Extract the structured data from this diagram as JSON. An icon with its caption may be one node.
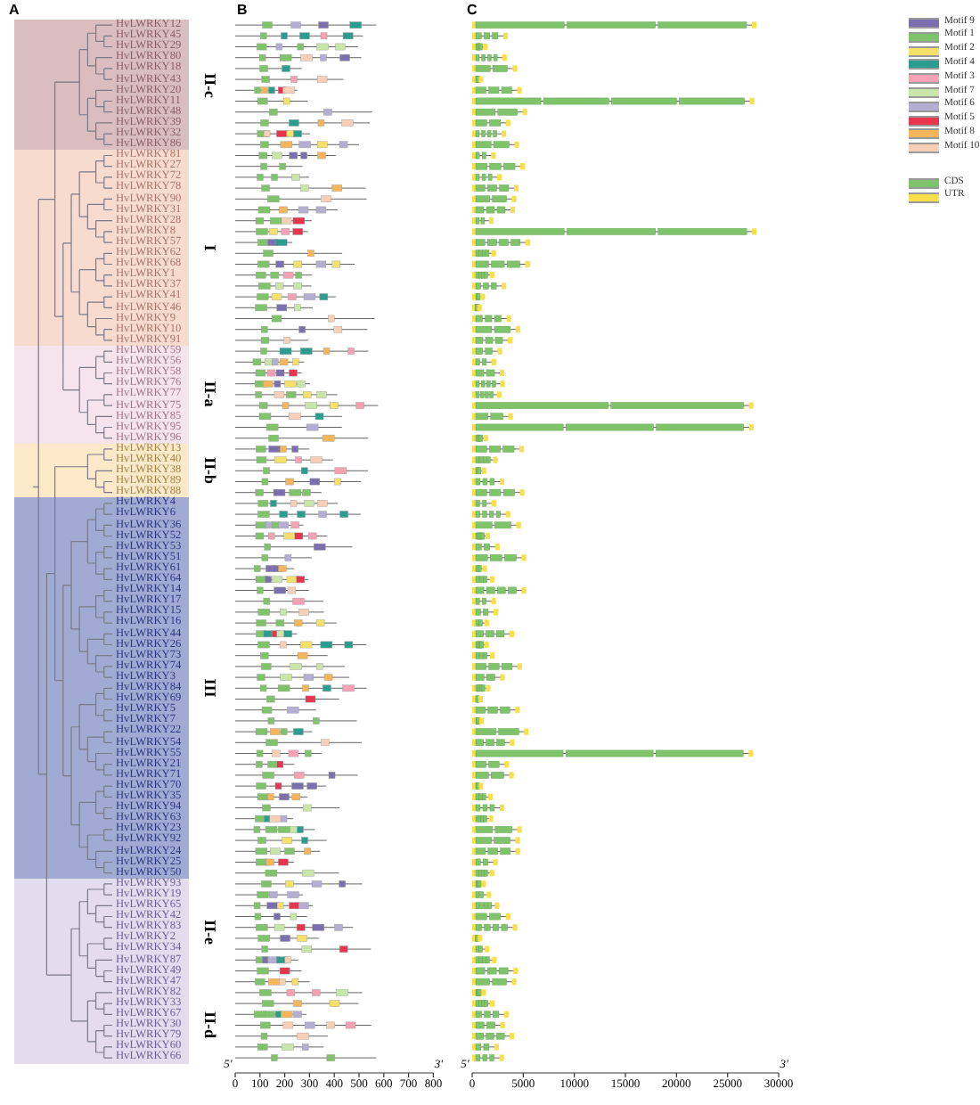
{
  "diagram": {
    "nodes": [
      {
        "text": [
          "HvLWRKY12",
          "HvLWRKY45",
          "HvLWRKY29",
          "HvLWRKY80",
          "HvLWRKY18",
          "HvLWRKY43",
          "HvLWRKY20",
          "HvLWRKY11",
          "HvLWRKY48",
          "HvLWRKY39",
          "HvLWRKY32",
          "HvLWRKY86"
        ],
        "beside": [
          "II-c"
        ]
      },
      {
        "text": [
          "HvLWRKY81",
          "HvLWRKY27",
          "HvLWRKY72",
          "HvLWRKY78",
          "HvLWRKY90",
          "HvLWRKY31",
          "HvLWRKY28",
          "HvLWRKY8",
          "HvLWRKY57",
          "HvLWRKY62",
          "HvLWRKY68",
          "HvLWRKY1",
          "HvLWRKY37",
          "HvLWRKY41",
          "HvLWRKY46",
          "HvLWRKY9",
          "HvLWRKY10",
          "HvLWRKY91"
        ],
        "beside": [
          "I"
        ]
      },
      {
        "text": [
          "HvLWRKY59",
          "HvLWRKY56",
          "HvLWRKY58",
          "HvLWRKY76",
          "HvLWRKY77",
          "HvLWRKY75",
          "HvLWRKY85",
          "HvLWRKY95",
          "HvLWRKY96"
        ],
        "beside": [
          "II-a"
        ]
      },
      {
        "text": [
          "HvLWRKY13",
          "HvLWRKY40",
          "HvLWRKY38",
          "HvLWRKY89",
          "HvLWRKY88"
        ],
        "beside": [
          "II-b"
        ]
      },
      {
        "text": [
          "HvLWRKY4",
          "HvLWRKY6",
          "HvLWRKY36",
          "HvLWRKY52",
          "HvLWRKY53",
          "HvLWRKY51",
          "HvLWRKY61",
          "HvLWRKY64",
          "HvLWRKY14",
          "HvLWRKY17",
          "HvLWRKY15",
          "HvLWRKY16",
          "HvLWRKY44",
          "HvLWRKY26",
          "HvLWRKY73",
          "HvLWRKY74",
          "HvLWRKY3",
          "HvLWRKY84",
          "HvLWRKY69",
          "HvLWRKY5",
          "HvLWRKY7",
          "HvLWRKY22",
          "HvLWRKY54",
          "HvLWRKY55",
          "HvLWRKY21",
          "HvLWRKY71",
          "HvLWRKY70",
          "HvLWRKY35",
          "HvLWRKY94",
          "HvLWRKY63",
          "HvLWRKY23",
          "HvLWRKY92",
          "HvLWRKY24",
          "HvLWRKY25",
          "HvLWRKY50"
        ],
        "beside": [
          "III"
        ]
      },
      {
        "text": [
          "HvLWRKY93",
          "HvLWRKY19",
          "HvLWRKY65",
          "HvLWRKY42",
          "HvLWRKY83",
          "HvLWRKY2",
          "HvLWRKY34",
          "HvLWRKY87",
          "HvLWRKY49",
          "HvLWRKY47"
        ],
        "beside": [
          "II-e"
        ]
      },
      {
        "text": [
          "HvLWRKY82",
          "HvLWRKY33",
          "HvLWRKY67",
          "HvLWRKY30",
          "HvLWRKY79",
          "HvLWRKY60",
          "HvLWRKY66"
        ],
        "beside": [
          "II-d"
        ]
      }
    ],
    "labels": [
      "A",
      "B",
      "C",
      "5'",
      "3'",
      "0",
      "100",
      "200",
      "300",
      "400",
      "500",
      "600",
      "700",
      "800",
      "5'",
      "3'",
      "0",
      "5000",
      "10000",
      "15000",
      "20000",
      "25000",
      "30000"
    ],
    "legend": [
      {
        "text": "Motif 9",
        "color": "#7b6fad"
      },
      {
        "text": "Motif 1",
        "color": "#7fc46b"
      },
      {
        "text": "Motif 2",
        "color": "#f5e06a"
      },
      {
        "text": "Motif 4",
        "color": "#2a9d8f"
      },
      {
        "text": "Motif 3",
        "color": "#f4a0b5"
      },
      {
        "text": "Motif 7",
        "color": "#c9e6a8"
      },
      {
        "text": "Motif 6",
        "color": "#b3aed2"
      },
      {
        "text": "Motif 5",
        "color": "#e8354f"
      },
      {
        "text": "Motif 8",
        "color": "#f5b55a"
      },
      {
        "text": "Motif 10",
        "color": "#f7cfb6"
      },
      {
        "text": "CDS",
        "color": "#7fc46b"
      },
      {
        "text": "UTR",
        "color": "#f7e04a"
      }
    ]
  }
}
